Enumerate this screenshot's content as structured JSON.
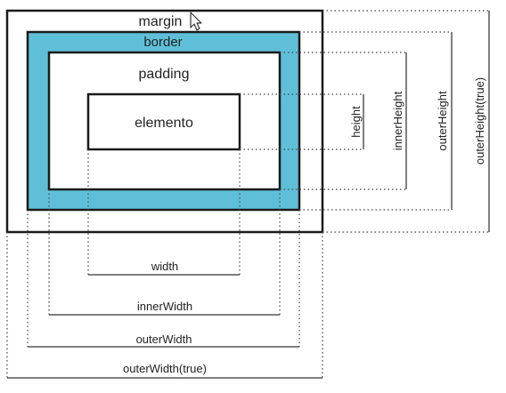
{
  "labels": {
    "margin": "margin",
    "border": "border",
    "padding": "padding",
    "element": "elemento",
    "height": "height",
    "innerHeight": "innerHeight",
    "outerHeight": "outerHeight",
    "outerHeightTrue": "outerHeight(true)",
    "width": "width",
    "innerWidth": "innerWidth",
    "outerWidth": "outerWidth",
    "outerWidthTrue": "outerWidth(true)"
  },
  "colors": {
    "border_fill": "#5fbfd8",
    "box_stroke": "#1a1a1a",
    "background": "#ffffff"
  },
  "icons": {
    "cursor": "mouse-pointer-icon"
  }
}
